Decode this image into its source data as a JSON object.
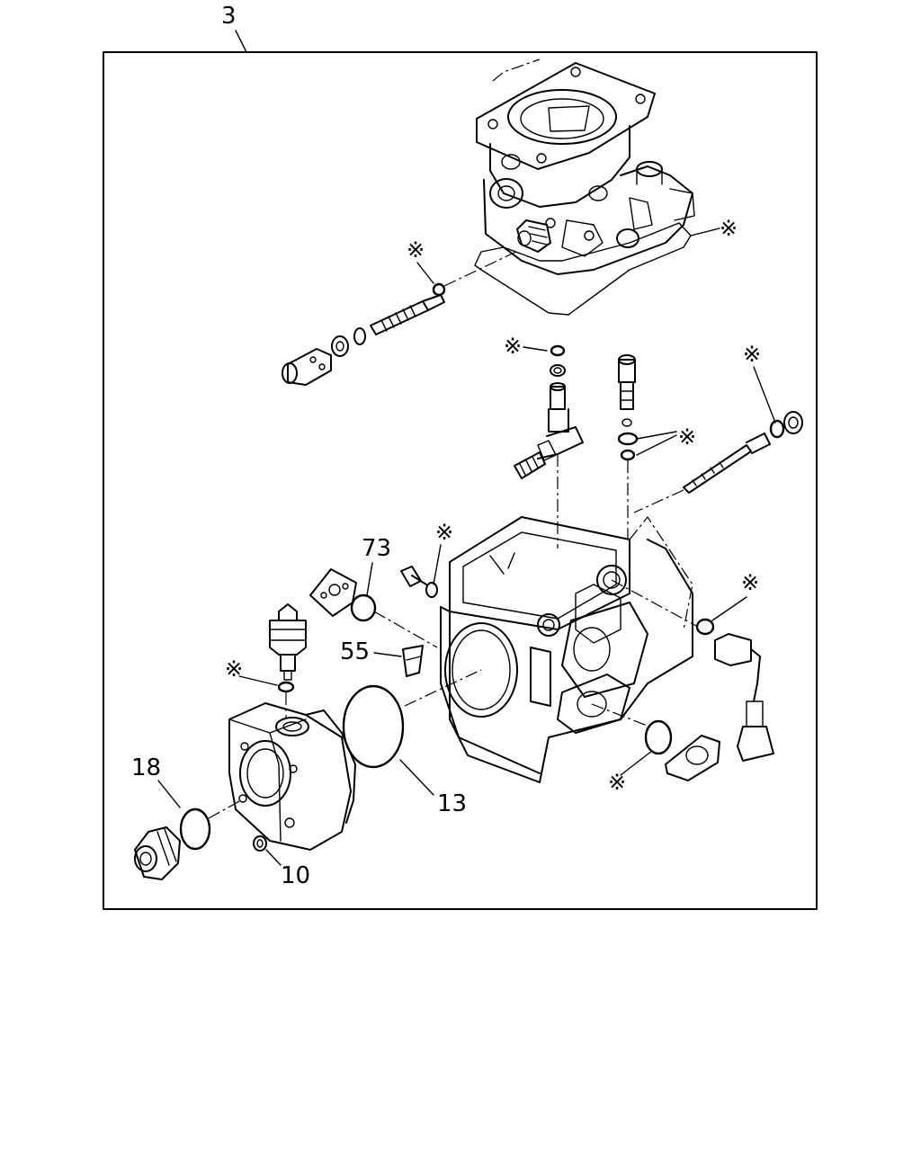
{
  "labels": {
    "assembly": "3",
    "part_73": "73",
    "part_55": "55",
    "part_18": "18",
    "part_13": "13",
    "part_10": "10",
    "asterisk": "※"
  },
  "colors": {
    "line": "#000000",
    "background": "#ffffff"
  }
}
